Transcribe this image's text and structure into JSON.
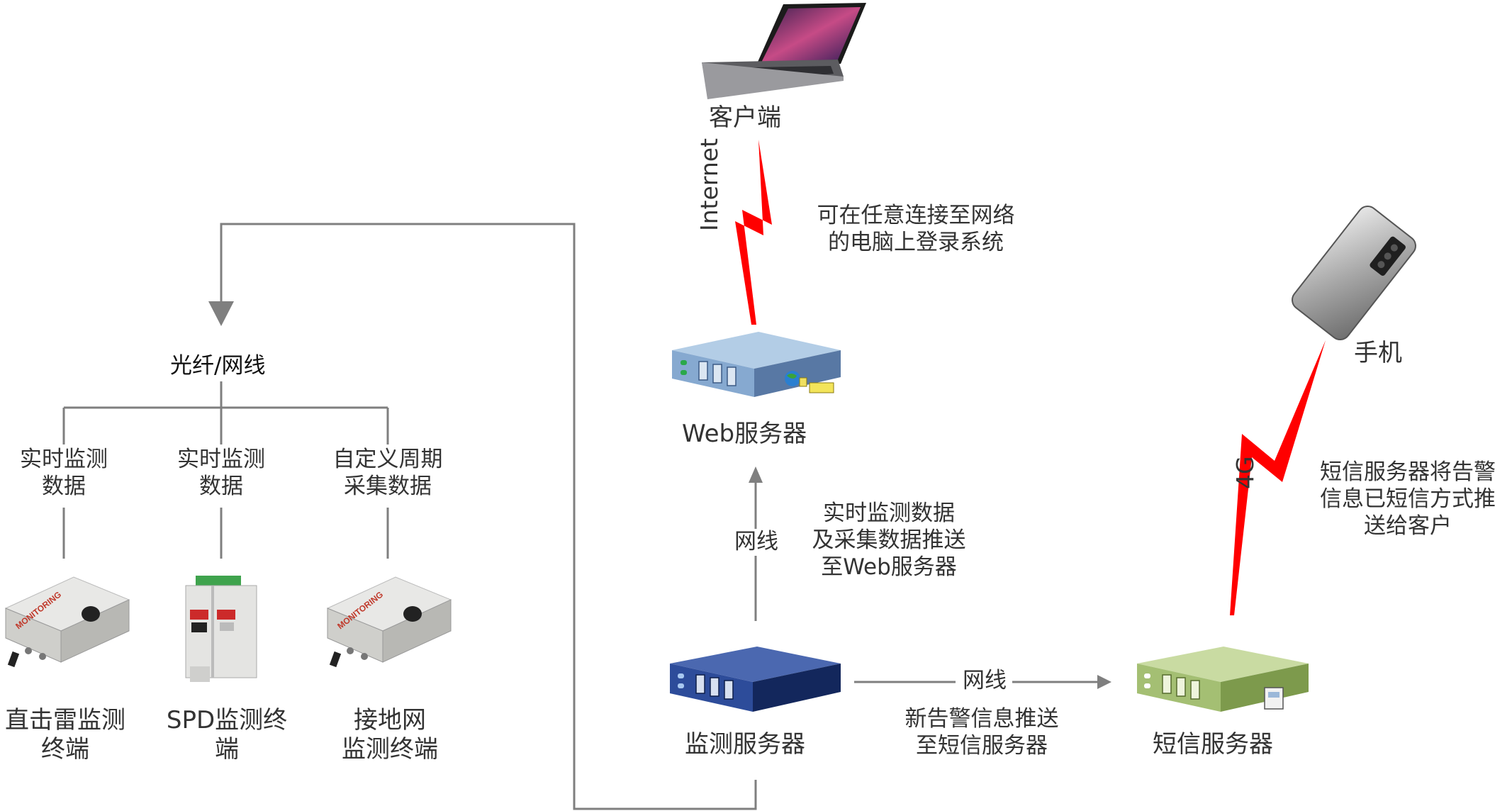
{
  "nodes": {
    "client": "客户端",
    "web_server": "Web服务器",
    "monitor_server": "监测服务器",
    "sms_server": "短信服务器",
    "phone": "手机",
    "fiber": "光纤/网线",
    "lightning_terminal": [
      "直击雷监测",
      "终端"
    ],
    "spd_terminal": [
      "SPD监测终",
      "端"
    ],
    "ground_terminal": [
      "接地网",
      "监测终端"
    ]
  },
  "links": {
    "internet": "Internet",
    "internet_note": [
      "可在任意连接至网络",
      "的电脑上登录系统"
    ],
    "wire_up": "网线",
    "push_web_note": [
      "实时监测数据",
      "及采集数据推送",
      "至Web服务器"
    ],
    "wire_right": "网线",
    "push_sms_note": [
      "新告警信息推送",
      "至短信服务器"
    ],
    "g4": "4G",
    "sms_note": [
      "短信服务器将告警",
      "信息已短信方式推",
      "送给客户"
    ],
    "branch_1": [
      "实时监测",
      "数据"
    ],
    "branch_2": [
      "实时监测",
      "数据"
    ],
    "branch_3": [
      "自定义周期",
      "采集数据"
    ]
  },
  "device_text": {
    "monitoring": "MONITORING"
  },
  "colors": {
    "line": "#7f7f7f",
    "bolt": "#ff0000",
    "web_server": "#7a9fc8",
    "monitor_server": "#24408a",
    "sms_server": "#a9c27a",
    "box": "#d9d9d6"
  }
}
